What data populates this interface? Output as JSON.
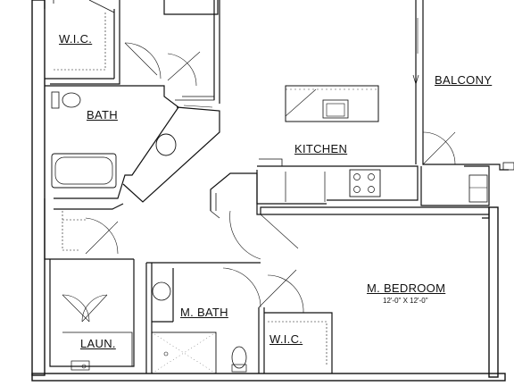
{
  "rooms": {
    "wic_top": "W.I.C.",
    "bath": "BATH",
    "kitchen": "KITCHEN",
    "balcony": "BALCONY",
    "master_bedroom": "M. BEDROOM",
    "master_bedroom_dims": "12'-0\" X 12'-0\"",
    "master_bath": "M. BATH",
    "wic_bottom": "W.I.C.",
    "laundry": "LAUN."
  }
}
